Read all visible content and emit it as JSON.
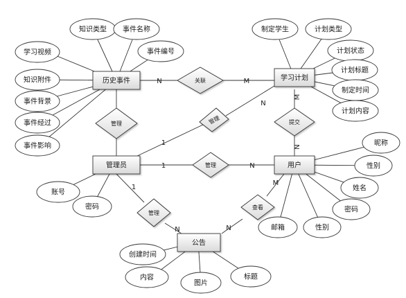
{
  "colors": {
    "line": "#333333",
    "entity_fill_top": "#ffffff",
    "entity_fill_bottom": "#d9d9d9",
    "attr_fill": "#ffffff",
    "rel_fill_top": "#ffffff",
    "rel_fill_bottom": "#dcdcdc"
  },
  "entities": {
    "history_event": "历史事件",
    "study_plan": "学习计划",
    "admin": "管理员",
    "user": "用户",
    "notice": "公告"
  },
  "relationships": {
    "related": "关联",
    "manage_history": "管理",
    "manage_plan": "管理",
    "manage_user": "管理",
    "submit": "提交",
    "manage_notice": "管理",
    "view": "查看"
  },
  "attributes": {
    "history_event": [
      "学习视频",
      "知识类型",
      "事件名称",
      "事件编号",
      "知识附件",
      "事件背景",
      "事件经过",
      "事件影响"
    ],
    "study_plan": [
      "制定学生",
      "计划类型",
      "计划状态",
      "计划标题",
      "制定时间",
      "计划内容"
    ],
    "admin": [
      "账号",
      "密码"
    ],
    "user": [
      "昵称",
      "性别",
      "姓名",
      "密码",
      "性别",
      "邮箱"
    ],
    "notice": [
      "创建时间",
      "内容",
      "图片",
      "标题"
    ]
  },
  "cardinalities": {
    "related_left": "N",
    "related_right": "M",
    "admin_plan": "1",
    "plan_admin": "N",
    "plan_submit": "M",
    "submit_user": "N",
    "admin_user_left": "1",
    "admin_user_right": "N",
    "admin_notice_top": "1",
    "admin_notice_bottom": "N",
    "view_user": "M",
    "view_notice": "N"
  }
}
